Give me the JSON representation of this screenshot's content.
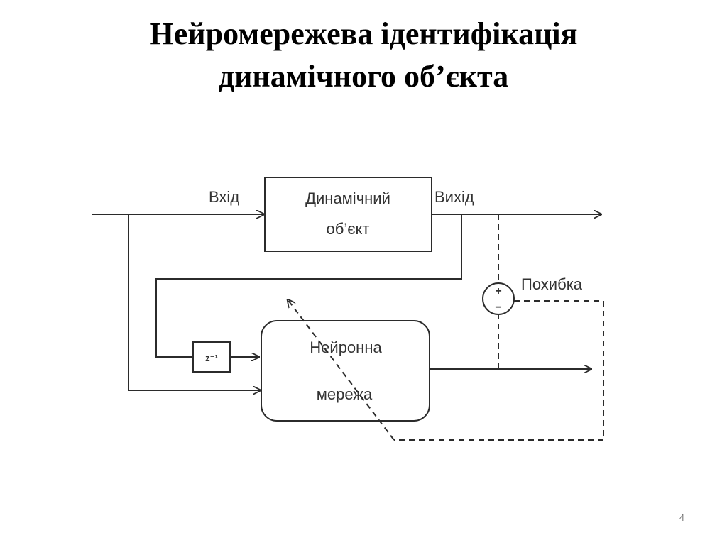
{
  "slide": {
    "title_line1": "Нейромережева ідентифікація",
    "title_line2": "динамічного об’єкта",
    "page_number": "4"
  },
  "diagram": {
    "input_label": "Вхід",
    "output_label": "Вихід",
    "error_label": "Похибка",
    "plant_line1": "Динамічний",
    "plant_line2": "об’єкт",
    "nn_line1": "Нейронна",
    "nn_line2": "мережа",
    "delay_label": "z⁻¹",
    "plus_sign": "+",
    "minus_sign": "−",
    "colors": {
      "stroke": "#2b2b2b",
      "text": "#333333",
      "background": "#ffffff"
    }
  }
}
